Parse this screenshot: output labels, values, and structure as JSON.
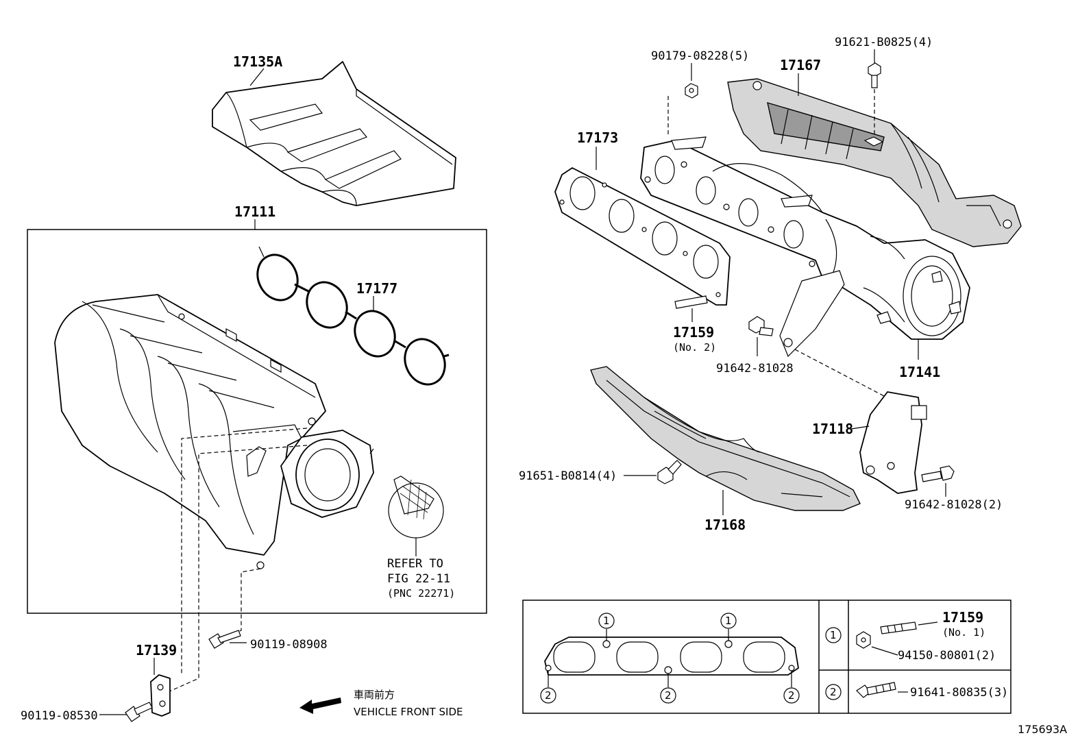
{
  "labels": {
    "p17135A": "17135A",
    "p17111": "17111",
    "p17177": "17177",
    "p17139": "17139",
    "p90119_08908": "90119-08908",
    "p90119_08530": "90119-08530",
    "refer1": "REFER TO",
    "refer2": "FIG 22-11",
    "refer3": "(PNC 22271)",
    "front_jp": "車両前方",
    "front_en": "VEHICLE FRONT SIDE",
    "p90179": "90179-08228(5)",
    "p17167": "17167",
    "p91621": "91621-B0825(4)",
    "p17173": "17173",
    "p17159a": "17159",
    "p17159a_sub": "(No. 2)",
    "p91642a": "91642-81028",
    "p17141": "17141",
    "p17118": "17118",
    "p91651": "91651-B0814(4)",
    "p91642b": "91642-81028(2)",
    "p17168": "17168",
    "inset_p17159": "17159",
    "inset_p17159_sub": "(No. 1)",
    "inset_p94150": "94150-80801(2)",
    "inset_p91641": "91641-80835(3)",
    "circ1": "1",
    "circ2": "2",
    "fig_no": "175693A"
  },
  "icons": {
    "front_arrow": "arrow-left-icon",
    "callout1": "circled-1-icon",
    "callout2": "circled-2-icon"
  }
}
